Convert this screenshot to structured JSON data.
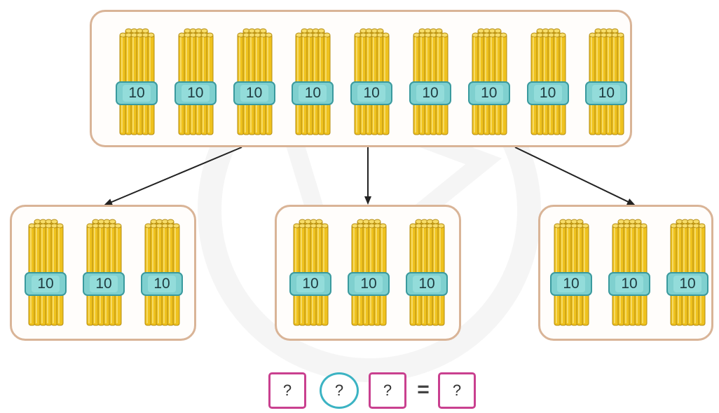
{
  "colors": {
    "stick_fill": "#efc21e",
    "stick_stroke": "#b38a0e",
    "band_fill": "#7fd0cf",
    "band_stroke": "#3a9a9e",
    "box_border": "#d9b497",
    "arrow": "#222222",
    "eq_square_border": "#c9408f",
    "eq_circle_border": "#3bb3c3"
  },
  "groups": {
    "top": {
      "bundles": [
        "10",
        "10",
        "10",
        "10",
        "10",
        "10",
        "10",
        "10",
        "10"
      ]
    },
    "left": {
      "bundles": [
        "10",
        "10",
        "10"
      ]
    },
    "middle": {
      "bundles": [
        "10",
        "10",
        "10"
      ]
    },
    "right": {
      "bundles": [
        "10",
        "10",
        "10"
      ]
    }
  },
  "equation": {
    "first": "?",
    "operator": "?",
    "second": "?",
    "equals": "=",
    "result": "?"
  }
}
